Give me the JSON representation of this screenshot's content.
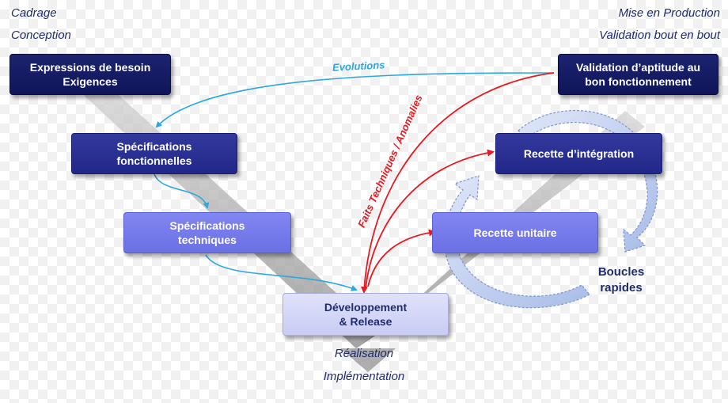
{
  "corners": {
    "top_left_1": "Cadrage",
    "top_left_2": "Conception",
    "top_right_1": "Mise en Production",
    "top_right_2": "Validation bout en bout"
  },
  "boxes": {
    "expressions": "Expressions de besoin\nExigences",
    "spec_fonc": "Spécifications\nfonctionnelles",
    "spec_tech": "Spécifications\ntechniques",
    "developpement": "Développement\n& Release",
    "validation": "Validation d’aptitude au\nbon fonctionnement",
    "recette_integration": "Recette d’intégration",
    "recette_unitaire": "Recette unitaire"
  },
  "labels": {
    "evolutions": "Evolutions",
    "faits": "Faits Techniques / Anomalies",
    "boucles": "Boucles\nrapides",
    "realisation": "Réalisation",
    "implementation": "Implémentation"
  },
  "colors": {
    "cyan_arrow": "#2ba8dc",
    "red_arrow": "#e41b23",
    "dark_box": "#0f1558",
    "light_box": "#6b70e3",
    "text": "#1f2d6b"
  }
}
